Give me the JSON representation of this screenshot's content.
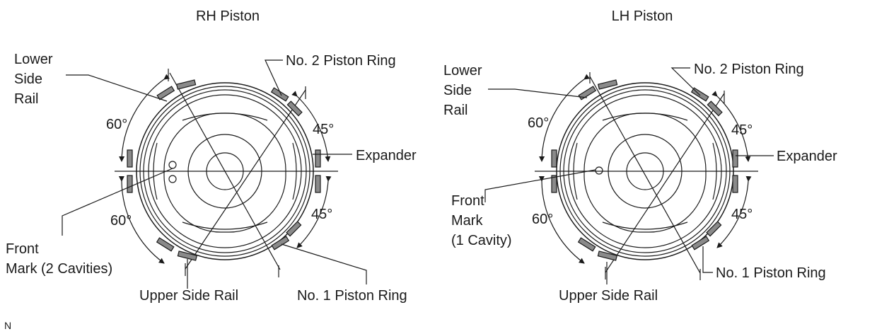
{
  "diagram": {
    "rh": {
      "title": "RH Piston",
      "lower_side_rail": [
        "Lower",
        "Side",
        "Rail"
      ],
      "no2_ring": "No. 2 Piston Ring",
      "expander": "Expander",
      "angle_60_top": "60°",
      "angle_60_bottom": "60°",
      "angle_45_top": "45°",
      "angle_45_bottom": "45°",
      "front_mark": [
        "Front",
        "Mark (2 Cavities)"
      ],
      "upper_side_rail": "Upper Side Rail",
      "no1_ring": "No. 1 Piston Ring"
    },
    "lh": {
      "title": "LH Piston",
      "lower_side_rail": [
        "Lower",
        "Side",
        "Rail"
      ],
      "no2_ring": "No. 2 Piston Ring",
      "expander": "Expander",
      "angle_60_top": "60°",
      "angle_60_bottom": "60°",
      "angle_45_top": "45°",
      "angle_45_bottom": "45°",
      "front_mark": [
        "Front",
        "Mark",
        "(1 Cavity)"
      ],
      "upper_side_rail": "Upper Side Rail",
      "no1_ring": "No. 1 Piston Ring"
    },
    "corner_code": "N"
  }
}
